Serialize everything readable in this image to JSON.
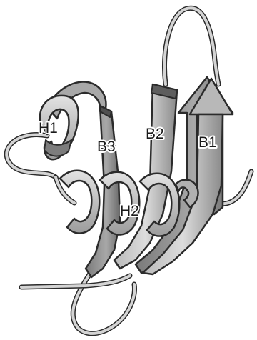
{
  "figure": {
    "labels": {
      "h1": "H1",
      "h2": "H2",
      "b1": "B1",
      "b2": "B2",
      "b3": "B3"
    },
    "colors": {
      "ribbon_light": "#d4d4d4",
      "ribbon_mid": "#a9a9a9",
      "ribbon_dark": "#6f6f6f",
      "outline": "#2b2b2b",
      "background": "#ffffff"
    }
  }
}
